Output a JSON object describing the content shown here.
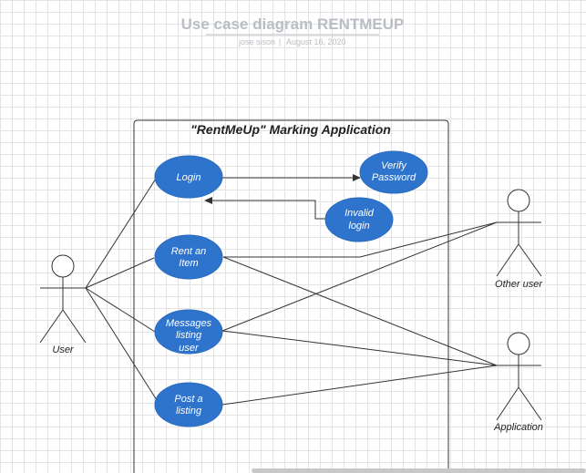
{
  "document": {
    "title": "Use case diagram RENTMEUP",
    "author": "jose sison",
    "separator": "|",
    "date": "August 16, 2020"
  },
  "system": {
    "title": "\"RentMeUp\" Marking Application"
  },
  "use_cases": [
    {
      "id": "login",
      "lines": [
        "Login"
      ]
    },
    {
      "id": "verify-password",
      "lines": [
        "Verify",
        "Password"
      ]
    },
    {
      "id": "invalid-login",
      "lines": [
        "Invalid",
        "login"
      ]
    },
    {
      "id": "rent-an-item",
      "lines": [
        "Rent an",
        "Item"
      ]
    },
    {
      "id": "messages-listing-user",
      "lines": [
        "Messages",
        "listing",
        "user"
      ]
    },
    {
      "id": "post-a-listing",
      "lines": [
        "Post a",
        "listing"
      ]
    }
  ],
  "actors": [
    {
      "id": "user",
      "label": "User"
    },
    {
      "id": "other-user",
      "label": "Other user"
    },
    {
      "id": "application",
      "label": "Application"
    }
  ],
  "colors": {
    "use_case_fill": "#2f74cc",
    "use_case_text": "#ffffff",
    "line": "#333333",
    "title_gray": "#b9bdc4"
  }
}
